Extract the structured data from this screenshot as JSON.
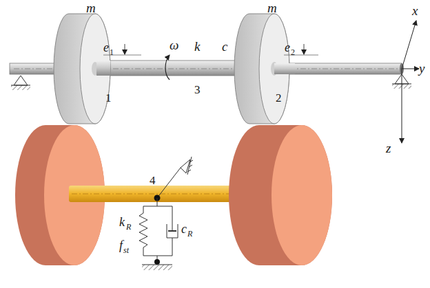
{
  "diagram": {
    "labels": [
      "m",
      "e",
      "1",
      "ω",
      "k",
      "c",
      "m",
      "e",
      "2",
      "1",
      "3",
      "2",
      "x",
      "y",
      "z",
      "4",
      "k",
      "R",
      "c",
      "R",
      "f",
      "st"
    ]
  }
}
